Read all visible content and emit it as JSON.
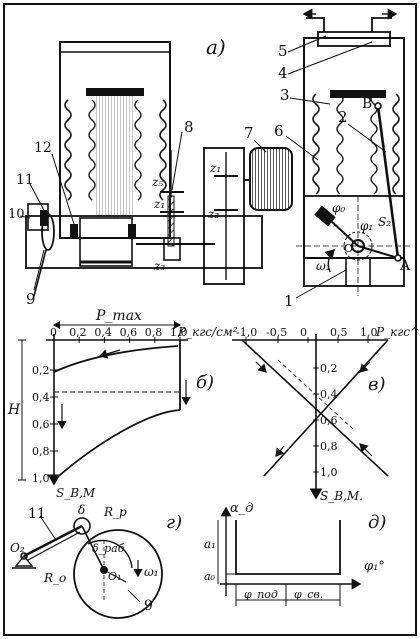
{
  "panels": {
    "a": "а)",
    "b": "б)",
    "v": "в)",
    "g": "г)",
    "d": "д)"
  },
  "callouts": [
    "1",
    "2",
    "3",
    "4",
    "5",
    "6",
    "7",
    "8",
    "9",
    "10",
    "11",
    "12"
  ],
  "mechanism_labels": {
    "B": "B",
    "A": "A",
    "O": "O",
    "phi0": "φ₀",
    "phi1": "φ₁",
    "s2": "S₂",
    "omega1": "ω₁",
    "z1": "z₁",
    "z1b": "z₁",
    "z2": "z₂",
    "z3": "z₃",
    "z5": "z₅"
  },
  "chart_b": {
    "title": "P_max",
    "x_unit": "P_кгс/см²",
    "x_ticks": [
      "0",
      "0,2",
      "0,4",
      "0,6",
      "0,8",
      "1,0"
    ],
    "y_ticks": [
      "0,2",
      "0,4",
      "0,6",
      "0,8",
      "1,0"
    ],
    "y_label": "H",
    "y_unit": "S_B,M"
  },
  "chart_v": {
    "x_ticks": [
      "-1,0",
      "-0,5",
      "0",
      "0,5",
      "1,0"
    ],
    "x_unit": "P_кгс^н",
    "y_ticks": [
      "0,2",
      "0,4",
      "0,6",
      "0,8",
      "1,0"
    ],
    "y_unit": "S_B,M."
  },
  "diagram_g": {
    "labels": {
      "callout": "11",
      "O2": "O₂",
      "Rp": "R_p",
      "delta": "δ",
      "delta_rab": "δ_раб",
      "O1": "O₁",
      "Ro": "R_o",
      "omega1": "ω₁",
      "callout9": "9"
    }
  },
  "diagram_d": {
    "labels": {
      "alpha_d": "α_д",
      "a1": "a₁",
      "a0": "a₀",
      "phi1": "φ₁°",
      "phi_pod": "φ_под",
      "phi_sv": "φ_св."
    }
  }
}
